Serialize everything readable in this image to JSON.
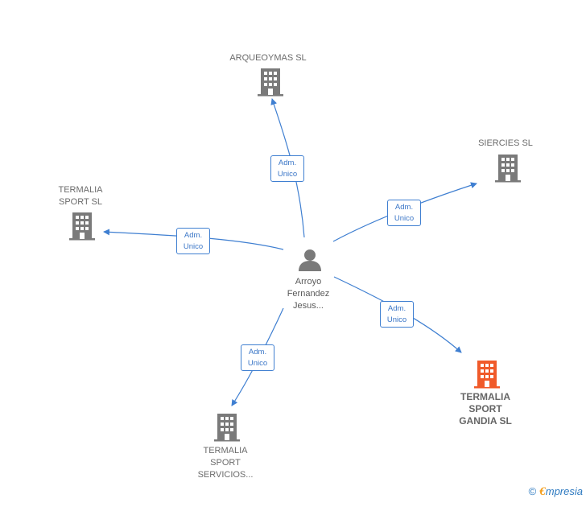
{
  "center": {
    "name_lines": [
      "Arroyo",
      "Fernandez",
      "Jesus..."
    ],
    "icon": "person-icon"
  },
  "companies": [
    {
      "id": "arqueoymas",
      "name_lines": [
        "ARQUEOYMAS SL"
      ],
      "icon": "building-icon",
      "color": "#7a7a7a",
      "highlight": false
    },
    {
      "id": "siercies",
      "name_lines": [
        "SIERCIES  SL"
      ],
      "icon": "building-icon",
      "color": "#7a7a7a",
      "highlight": false
    },
    {
      "id": "termalia-sport",
      "name_lines": [
        "TERMALIA",
        "SPORT SL"
      ],
      "icon": "building-icon",
      "color": "#7a7a7a",
      "highlight": false
    },
    {
      "id": "termalia-gandia",
      "name_lines": [
        "TERMALIA",
        "SPORT",
        "GANDIA  SL"
      ],
      "icon": "building-icon",
      "color": "#f05a2a",
      "highlight": true
    },
    {
      "id": "termalia-servicios",
      "name_lines": [
        "TERMALIA",
        "SPORT",
        "SERVICIOS..."
      ],
      "icon": "building-icon",
      "color": "#7a7a7a",
      "highlight": false
    }
  ],
  "edges": [
    {
      "to": "arqueoymas",
      "label_lines": [
        "Adm.",
        "Unico"
      ]
    },
    {
      "to": "siercies",
      "label_lines": [
        "Adm.",
        "Unico"
      ]
    },
    {
      "to": "termalia-sport",
      "label_lines": [
        "Adm.",
        "Unico"
      ]
    },
    {
      "to": "termalia-gandia",
      "label_lines": [
        "Adm.",
        "Unico"
      ]
    },
    {
      "to": "termalia-servicios",
      "label_lines": [
        "Adm.",
        "Unico"
      ]
    }
  ],
  "colors": {
    "edge": "#3f7fd1",
    "icon": "#7a7a7a",
    "highlight": "#f05a2a"
  },
  "footer": {
    "copyright": "©",
    "brand_first": "€",
    "brand_rest": "mpresia"
  }
}
